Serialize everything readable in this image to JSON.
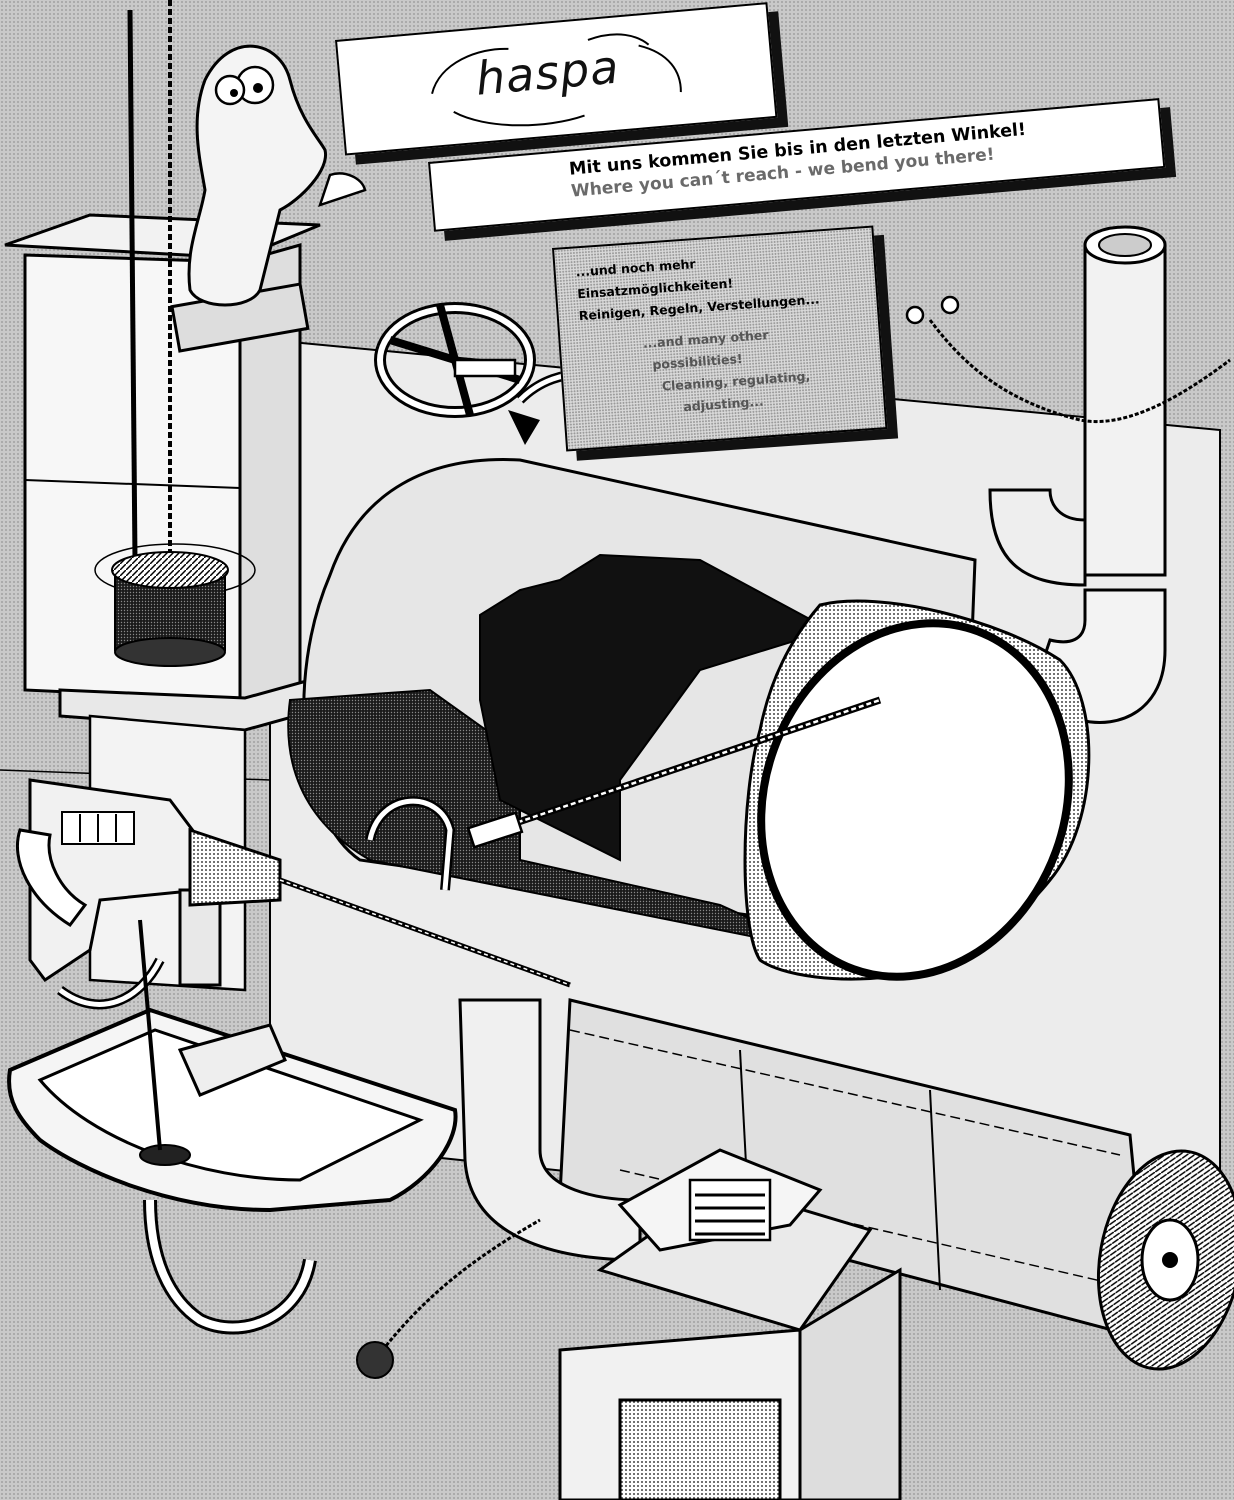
{
  "brand": {
    "logo_text": "haspa"
  },
  "slogan": {
    "german": "Mit uns kommen Sie bis in den letzten Winkel!",
    "english": "Where you can´t reach - we bend you there!"
  },
  "info_box": {
    "german_lines": [
      "...und noch mehr",
      "Einsatzmöglichkeiten!",
      "Reinigen, Regeln, Verstellungen..."
    ],
    "english_lines": [
      "...and many other",
      "possibilities!",
      "Cleaning, regulating,",
      "adjusting..."
    ]
  },
  "icons": [
    "mascot-character",
    "brush-in-duct",
    "hand-wheel-valve",
    "drill",
    "wash-basin",
    "duct-brush",
    "control-box",
    "rotation-arrow"
  ]
}
